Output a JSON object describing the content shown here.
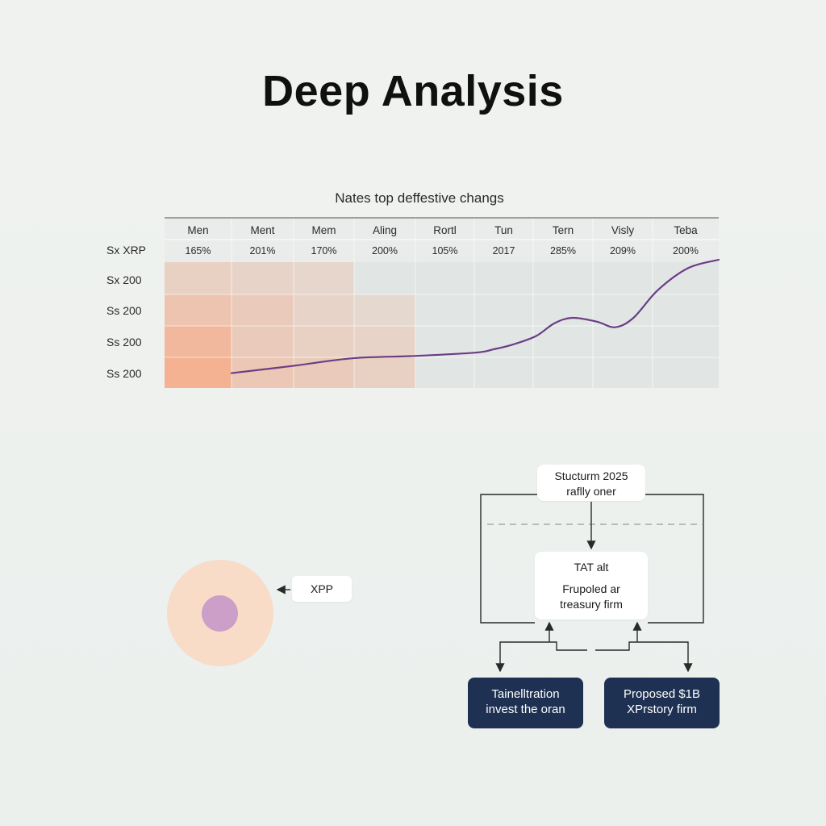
{
  "header": {
    "title": "Deep Analysis"
  },
  "chart_data": {
    "type": "heatmap",
    "title": "Nates top deffestive changs",
    "columns": [
      "Men",
      "Ment",
      "Mem",
      "Aling",
      "Rortl",
      "Tun",
      "Tern",
      "Visly",
      "Teba"
    ],
    "header_values": [
      "165%",
      "201%",
      "170%",
      "200%",
      "105%",
      "2017",
      "285%",
      "209%",
      "200%"
    ],
    "row_labels": [
      "Sx XRP",
      "Sx 200",
      "Ss 200",
      "Ss 200",
      "Ss 200"
    ],
    "heat_levels": [
      [
        0.35,
        0.3,
        0.25,
        0,
        0,
        0,
        0,
        0,
        0
      ],
      [
        0.55,
        0.45,
        0.3,
        0.22,
        0,
        0,
        0,
        0,
        0
      ],
      [
        0.75,
        0.45,
        0.35,
        0.3,
        0,
        0,
        0,
        0,
        0
      ],
      [
        0.85,
        0.5,
        0.45,
        0.35,
        0,
        0,
        0,
        0,
        0
      ]
    ],
    "trend_line": {
      "x": [
        1,
        2,
        3,
        4,
        5,
        5.3,
        5.6,
        6.0,
        6.3,
        6.6,
        7.0,
        7.3,
        7.6,
        8.0,
        8.5,
        9.0
      ],
      "y": [
        0.05,
        0.18,
        0.32,
        0.36,
        0.42,
        0.48,
        0.56,
        0.72,
        0.95,
        1.05,
        0.98,
        0.88,
        1.05,
        1.55,
        1.95,
        2.1
      ]
    },
    "colors": {
      "heat": "#f7a885",
      "line": "#6b3d85",
      "grid_bg": "#e1e6e5",
      "header_bg": "#e9ecea",
      "header_border": "#6f6f6f"
    }
  },
  "diagram": {
    "left_node": {
      "label": "XPP",
      "ring_color": "#f8dcc8",
      "core_color": "#cc9fc8"
    },
    "top_box": {
      "line1": "Stucturm 2025",
      "line2": "raflly oner"
    },
    "middle_box": {
      "line1": "TAT alt",
      "line2": "Frupoled ar",
      "line3": "treasury firm"
    },
    "bottom_left": {
      "line1": "Tainelltration",
      "line2": "invest the oran"
    },
    "bottom_right": {
      "line1": "Proposed $1B",
      "line2": "XPrstory firm"
    },
    "colors": {
      "dark_box": "#1f3152",
      "line": "#2a2a2a"
    }
  }
}
